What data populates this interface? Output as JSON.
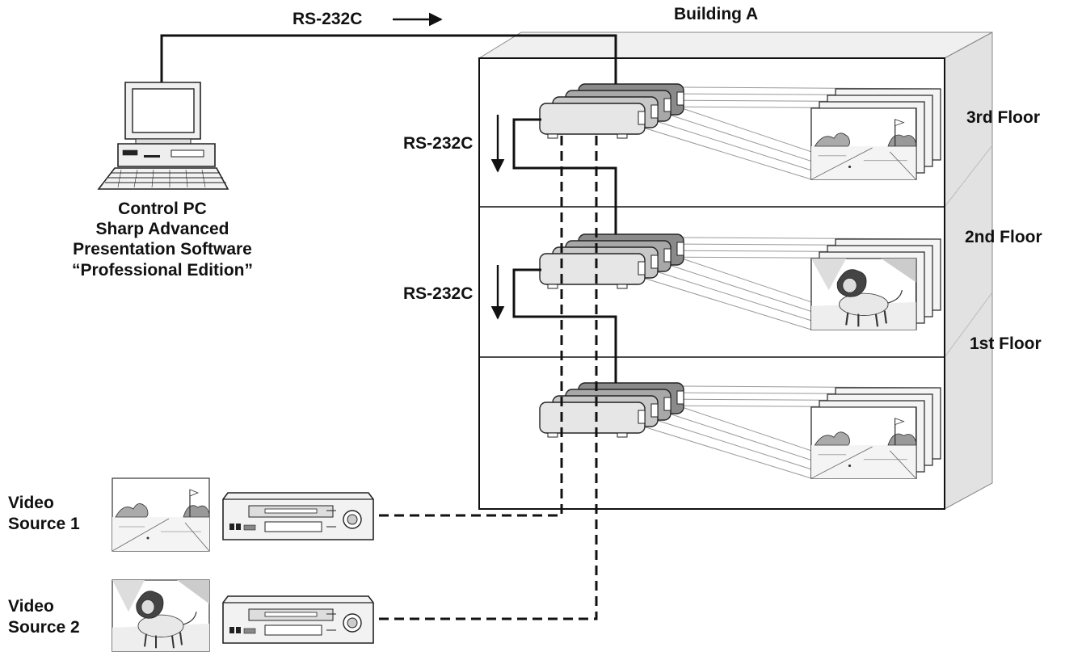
{
  "labels": {
    "top_rs232": "RS-232C",
    "building": "Building A",
    "rs232_a": "RS-232C",
    "rs232_b": "RS-232C",
    "floor3": "3rd Floor",
    "floor2": "2nd Floor",
    "floor1": "1st Floor"
  },
  "control_pc": {
    "line1": "Control PC",
    "line2": "Sharp Advanced",
    "line3": "Presentation Software",
    "line4": "“Professional Edition”"
  },
  "sources": [
    {
      "line1": "Video",
      "line2": "Source 1",
      "image": "golf-course-picture"
    },
    {
      "line1": "Video",
      "line2": "Source 2",
      "image": "lion-picture"
    }
  ],
  "colors": {
    "line": "#111111",
    "building_side": "#e2e2e2",
    "building_top": "#f0f0f0",
    "projector_shades": [
      "#8a8a8a",
      "#a8a8a8",
      "#c8c8c8",
      "#e6e6e6"
    ]
  }
}
